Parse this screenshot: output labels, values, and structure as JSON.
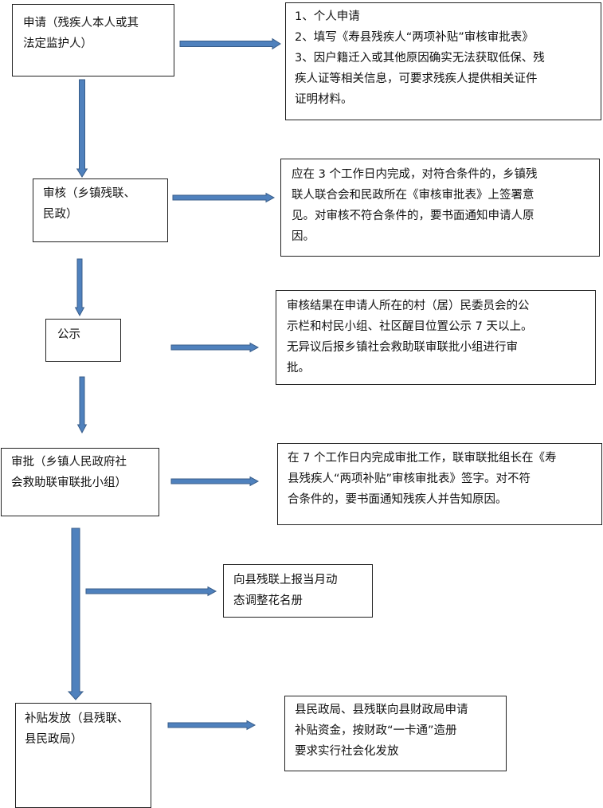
{
  "steps": {
    "apply": "申请（残疾人本人或其\n法定监护人）",
    "review": "审核（乡镇残联、\n民政）",
    "publicize": "公示",
    "approve": "审批（乡镇人民政府社\n会救助联审联批小组）",
    "issue": "补贴发放（县残联、\n县民政局）"
  },
  "notes": {
    "apply": "1、个人申请\n2、填写《寿县残疾人“两项补贴”审核审批表》\n3、因户籍迁入或其他原因确实无法获取低保、残\n疾人证等相关信息，可要求残疾人提供相关证件\n证明材料。",
    "review": "应在 3 个工作日内完成，对符合条件的，乡镇残\n联人联合会和民政所在《审核审批表》上签署意\n见。对审核不符合条件的，要书面通知申请人原\n因。",
    "publicize": "审核结果在申请人所在的村（居）民委员会的公\n示栏和村民小组、社区醒目位置公示 7 天以上。\n无异议后报乡镇社会救助联审联批小组进行审\n批。",
    "approve": "在 7 个工作日内完成审批工作，联审联批组长在《寿\n县残疾人“两项补贴”审核审批表》签字。对不符\n合条件的，要书面通知残疾人并告知原因。",
    "report": "向县残联上报当月动\n态调整花名册",
    "issue": "县民政局、县残联向县财政局申请\n补贴资金，按财政“一卡通”造册\n要求实行社会化发放"
  },
  "colors": {
    "arrow_fill": "#4f81bd",
    "arrow_stroke": "#385d8a"
  }
}
